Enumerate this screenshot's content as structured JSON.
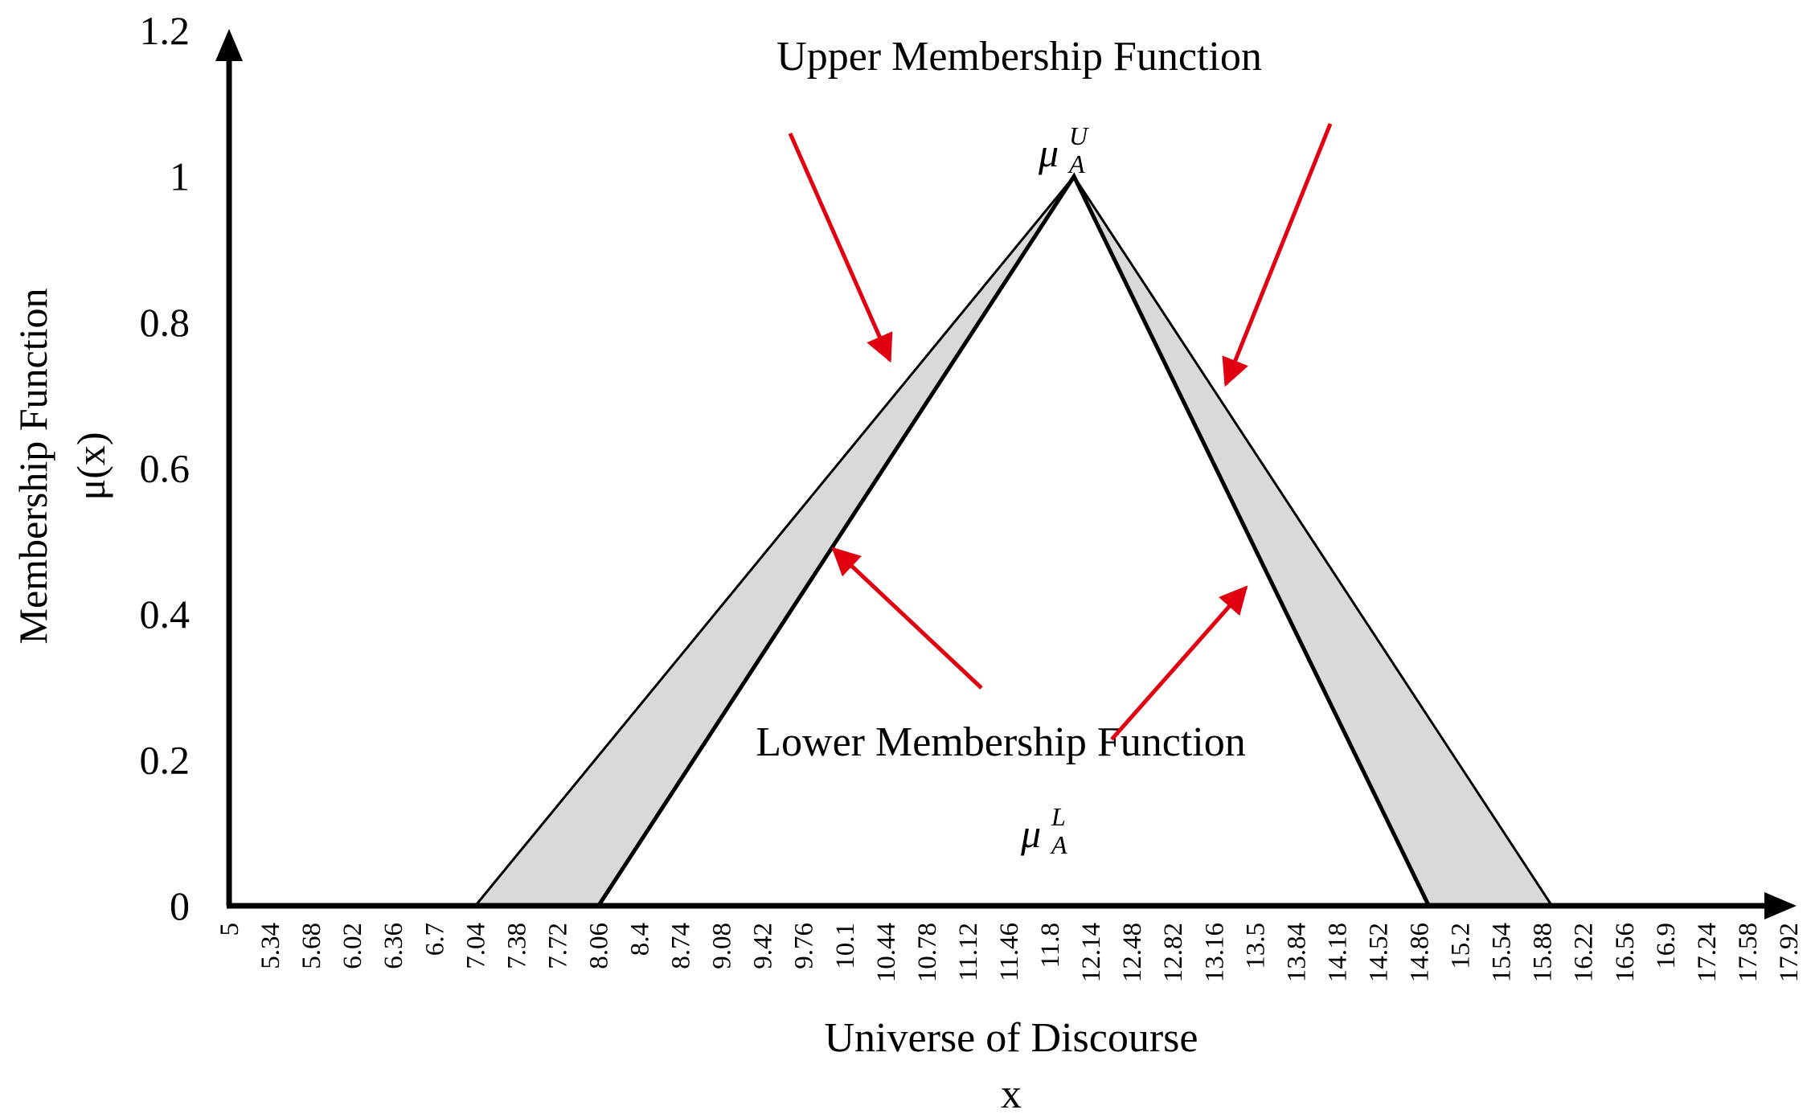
{
  "chart_data": {
    "type": "area",
    "ylabel_lines": [
      "Membership Function",
      "μ(x)"
    ],
    "xlabel_lines": [
      "Universe of Discourse",
      "x"
    ],
    "ylim": [
      0,
      1.2
    ],
    "yticks": [
      "0",
      "0.2",
      "0.4",
      "0.6",
      "0.8",
      "1",
      "1.2"
    ],
    "y_tick_values": [
      0,
      0.2,
      0.4,
      0.6,
      0.8,
      1,
      1.2
    ],
    "xlim": [
      5,
      17.92
    ],
    "x_tick_labels": [
      "5",
      "5.34",
      "5.68",
      "6.02",
      "6.36",
      "6.7",
      "7.04",
      "7.38",
      "7.72",
      "8.06",
      "8.4",
      "8.74",
      "9.08",
      "9.42",
      "9.76",
      "10.1",
      "10.44",
      "10.78",
      "11.12",
      "11.46",
      "11.8",
      "12.14",
      "12.48",
      "12.82",
      "13.16",
      "13.5",
      "13.84",
      "14.18",
      "14.52",
      "14.86",
      "15.2",
      "15.54",
      "15.88",
      "16.22",
      "16.56",
      "16.9",
      "17.24",
      "17.58",
      "17.92"
    ],
    "grid": false,
    "series": [
      {
        "name": "Upper Membership Function",
        "x": [
          7.04,
          12.0,
          15.96
        ],
        "y": [
          0,
          1,
          0
        ]
      },
      {
        "name": "Lower Membership Function",
        "x": [
          8.06,
          12.0,
          14.94
        ],
        "y": [
          0,
          1,
          0
        ]
      }
    ],
    "annotations": {
      "upper_label": "Upper Membership Function",
      "lower_label": "Lower Membership Function",
      "mu_symbol": "μ",
      "mu_upper_sub": "A",
      "mu_upper_sup": "U",
      "mu_lower_sub": "A",
      "mu_lower_sup": "L"
    },
    "colors": {
      "footprint_fill": "#d9d9d9",
      "curve": "#000000",
      "arrow": "#e0000f"
    }
  }
}
